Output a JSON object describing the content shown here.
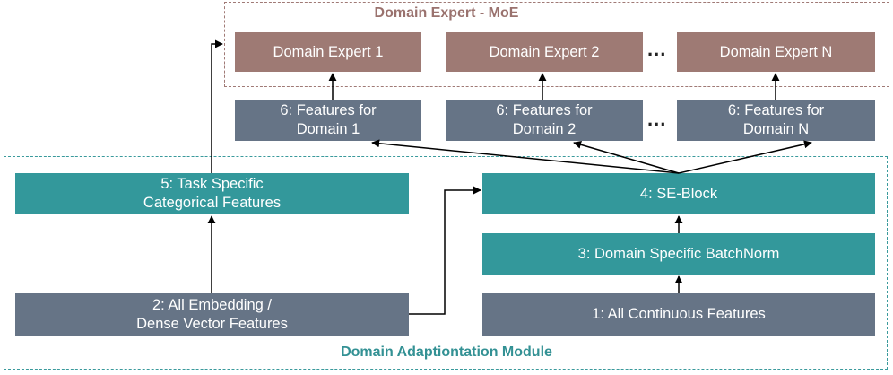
{
  "moe": {
    "title": "Domain Expert - MoE",
    "experts": [
      "Domain Expert 1",
      "Domain Expert 2",
      "Domain Expert N"
    ],
    "features": [
      "6: Features for\nDomain 1",
      "6: Features for\nDomain 2",
      "6: Features for\nDomain N"
    ],
    "ellipsis": "..."
  },
  "module": {
    "title": "Domain Adaptiontation Module",
    "task_specific": "5: Task Specific\nCategorical Features",
    "embedding": "2: All Embedding /\nDense Vector Features",
    "se_block": "4: SE-Block",
    "batchnorm": "3: Domain Specific BatchNorm",
    "continuous": "1: All Continuous Features"
  },
  "colors": {
    "expert": "#9e7a74",
    "features": "#667486",
    "teal": "#33989b",
    "moe_border": "#a07a76",
    "module_border": "#3a9a9c"
  }
}
